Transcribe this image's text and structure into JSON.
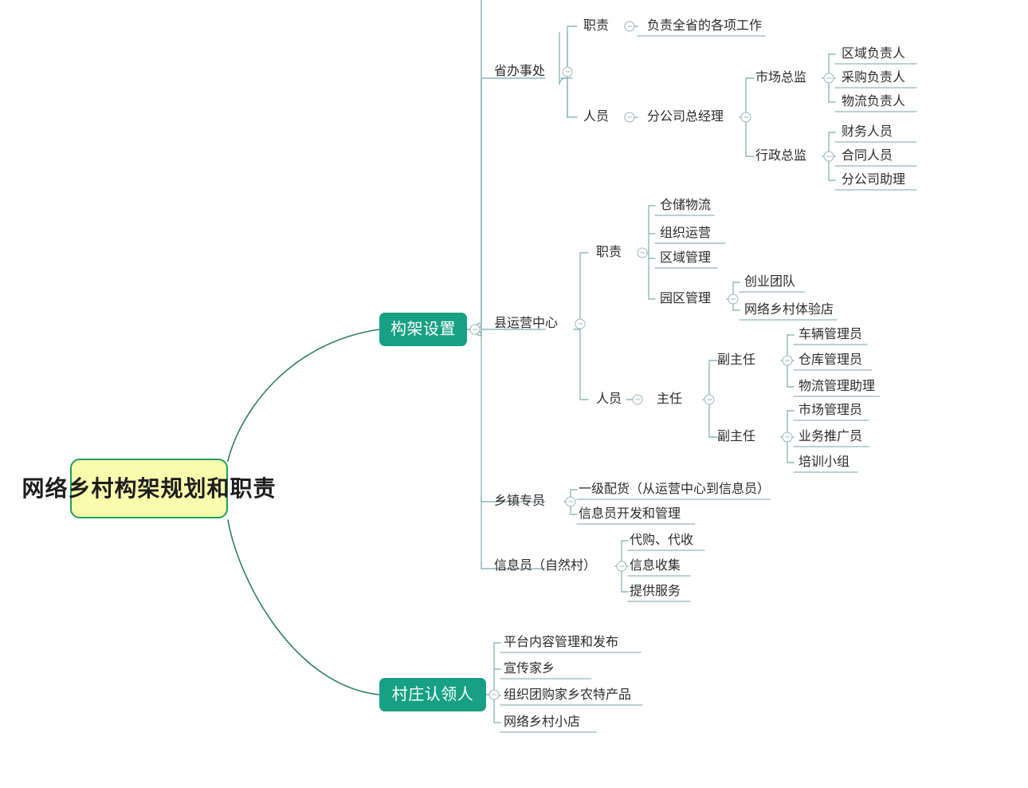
{
  "document": {
    "type": "mindmap",
    "title": "网络乡村构架规划和职责",
    "background_color": "#ffffff",
    "root_fill": "#fafcad",
    "root_stroke": "#1f9d5e",
    "branch_fill": "#17a083",
    "branch_text_color": "#ffffff",
    "connector_color": "#8fb8bd",
    "root_connector_color": "#2f7d5e",
    "text_color": "#2b2b2b",
    "toggle_icon": "collapse-minus-icon"
  },
  "root": {
    "label": "网络乡村构架规划和职责"
  },
  "branches": [
    {
      "id": "b1",
      "label": "构架设置"
    },
    {
      "id": "b2",
      "label": "村庄认领人"
    }
  ],
  "nodes": {
    "sbsc": {
      "label": "省办事处"
    },
    "zz1": {
      "label": "职责"
    },
    "zz1a": {
      "label": "负责全省的各项工作"
    },
    "ry1": {
      "label": "人员"
    },
    "fgszjl": {
      "label": "分公司总经理"
    },
    "sczj": {
      "label": "市场总监"
    },
    "qyfzr": {
      "label": "区域负责人"
    },
    "cgfzr": {
      "label": "采购负责人"
    },
    "wlfzr": {
      "label": "物流负责人"
    },
    "xzzj": {
      "label": "行政总监"
    },
    "cwry": {
      "label": "财务人员"
    },
    "htry": {
      "label": "合同人员"
    },
    "fgszl": {
      "label": "分公司助理"
    },
    "xyyzx": {
      "label": "县运营中心"
    },
    "zz2": {
      "label": "职责"
    },
    "ccwl": {
      "label": "仓储物流"
    },
    "zzyy": {
      "label": "组织运营"
    },
    "qygl": {
      "label": "区域管理"
    },
    "yqgl": {
      "label": "园区管理"
    },
    "cytd": {
      "label": "创业团队"
    },
    "wlxctyd": {
      "label": "网络乡村体验店"
    },
    "ry2": {
      "label": "人员"
    },
    "zr": {
      "label": "主任"
    },
    "fzr1": {
      "label": "副主任"
    },
    "clgly": {
      "label": "车辆管理员"
    },
    "ckgly": {
      "label": "仓库管理员"
    },
    "wlglzl": {
      "label": "物流管理助理"
    },
    "fzr2": {
      "label": "副主任"
    },
    "scgly": {
      "label": "市场管理员"
    },
    "ywtgy": {
      "label": "业务推广员"
    },
    "pxxz": {
      "label": "培训小组"
    },
    "xzzy": {
      "label": "乡镇专员"
    },
    "yjph": {
      "label": "一级配货（从运营中心到信息员）"
    },
    "xxykf": {
      "label": "信息员开发和管理"
    },
    "xxy": {
      "label": "信息员（自然村）"
    },
    "dgds": {
      "label": "代购、代收"
    },
    "xxsj": {
      "label": "信息收集"
    },
    "tgfw": {
      "label": "提供服务"
    },
    "ptnr": {
      "label": "平台内容管理和发布"
    },
    "xcjx": {
      "label": "宣传家乡"
    },
    "zztg": {
      "label": "组织团购家乡农特产品"
    },
    "wlxcxd": {
      "label": "网络乡村小店"
    }
  },
  "outline": [
    {
      "label": "构架设置",
      "children": [
        {
          "label": "省办事处",
          "children": [
            {
              "label": "职责",
              "children": [
                {
                  "label": "负责全省的各项工作"
                }
              ]
            },
            {
              "label": "人员",
              "children": [
                {
                  "label": "分公司总经理",
                  "children": [
                    {
                      "label": "市场总监",
                      "children": [
                        {
                          "label": "区域负责人"
                        },
                        {
                          "label": "采购负责人"
                        },
                        {
                          "label": "物流负责人"
                        }
                      ]
                    },
                    {
                      "label": "行政总监",
                      "children": [
                        {
                          "label": "财务人员"
                        },
                        {
                          "label": "合同人员"
                        },
                        {
                          "label": "分公司助理"
                        }
                      ]
                    }
                  ]
                }
              ]
            }
          ]
        },
        {
          "label": "县运营中心",
          "children": [
            {
              "label": "职责",
              "children": [
                {
                  "label": "仓储物流"
                },
                {
                  "label": "组织运营"
                },
                {
                  "label": "区域管理"
                },
                {
                  "label": "园区管理",
                  "children": [
                    {
                      "label": "创业团队"
                    },
                    {
                      "label": "网络乡村体验店"
                    }
                  ]
                }
              ]
            },
            {
              "label": "人员",
              "children": [
                {
                  "label": "主任",
                  "children": [
                    {
                      "label": "副主任",
                      "children": [
                        {
                          "label": "车辆管理员"
                        },
                        {
                          "label": "仓库管理员"
                        },
                        {
                          "label": "物流管理助理"
                        }
                      ]
                    },
                    {
                      "label": "副主任",
                      "children": [
                        {
                          "label": "市场管理员"
                        },
                        {
                          "label": "业务推广员"
                        },
                        {
                          "label": "培训小组"
                        }
                      ]
                    }
                  ]
                }
              ]
            }
          ]
        },
        {
          "label": "乡镇专员",
          "children": [
            {
              "label": "一级配货（从运营中心到信息员）"
            },
            {
              "label": "信息员开发和管理"
            }
          ]
        },
        {
          "label": "信息员（自然村）",
          "children": [
            {
              "label": "代购、代收"
            },
            {
              "label": "信息收集"
            },
            {
              "label": "提供服务"
            }
          ]
        }
      ]
    },
    {
      "label": "村庄认领人",
      "children": [
        {
          "label": "平台内容管理和发布"
        },
        {
          "label": "宣传家乡"
        },
        {
          "label": "组织团购家乡农特产品"
        },
        {
          "label": "网络乡村小店"
        }
      ]
    }
  ]
}
